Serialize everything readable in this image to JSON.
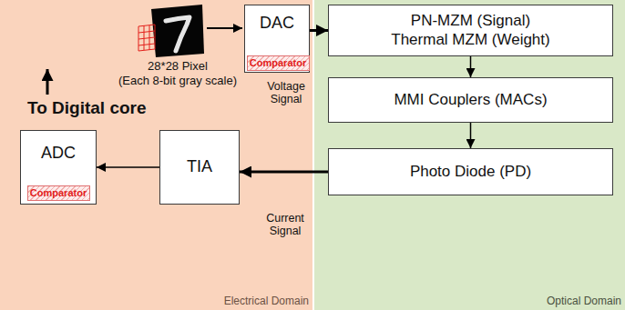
{
  "diagram": {
    "nodes": [
      {
        "text": [
          "Electrical Domain"
        ]
      },
      {
        "text": [
          "DAC"
        ],
        "in": 0
      },
      {
        "text": [
          "Comparator"
        ],
        "in": 1
      },
      {
        "text": [
          "ADC"
        ],
        "in": 0
      },
      {
        "text": [
          "Comparator"
        ],
        "in": 3
      },
      {
        "text": [
          "TIA"
        ],
        "in": 0
      },
      {
        "text": [
          "Optical Domain"
        ]
      },
      {
        "text": [
          "PN-MZM (Signal) Thermal MZM (Weight)"
        ],
        "in": 6
      },
      {
        "text": [
          "MMI Couplers (MACs)"
        ],
        "in": 6
      },
      {
        "text": [
          "Photo Diode (PD)"
        ],
        "in": 6
      }
    ],
    "edges": [
      {
        "from": 1,
        "to": 7,
        "arrow": "to",
        "label": "Voltage Signal"
      },
      {
        "from": 7,
        "to": 8,
        "arrow": "to"
      },
      {
        "from": 8,
        "to": 9,
        "arrow": "to"
      },
      {
        "from": 9,
        "to": 5,
        "arrow": "to",
        "label": "Current Signal"
      },
      {
        "from": 5,
        "to": 3,
        "arrow": "to"
      }
    ],
    "labels": [
      "28*28 Pixel",
      "(Each 8-bit gray scale)",
      "To Digital core"
    ]
  }
}
